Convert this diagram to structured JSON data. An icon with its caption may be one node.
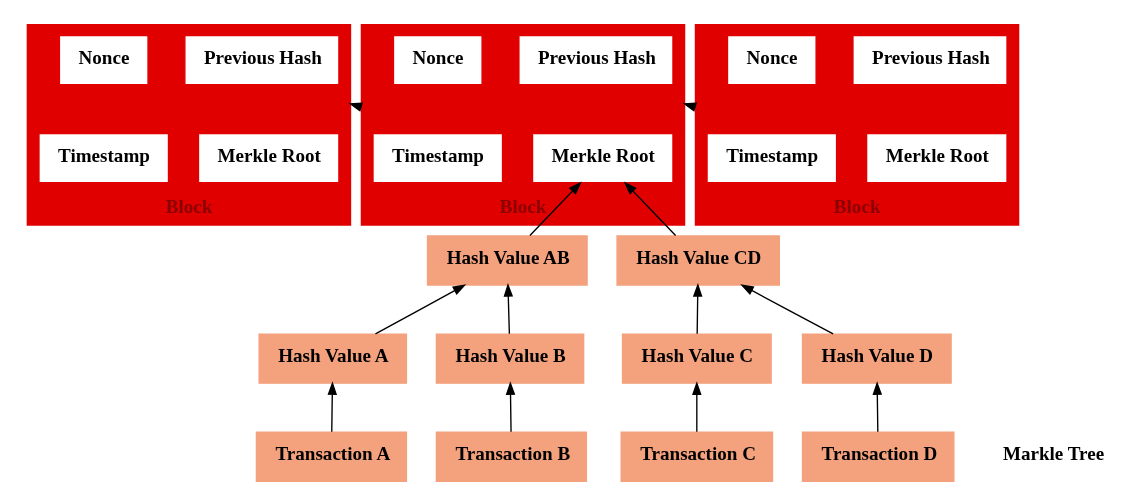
{
  "diagram": {
    "nodes": [
      {
        "text": [
          "Block"
        ]
      },
      {
        "text": [
          "Previous Hash"
        ],
        "in": 0
      },
      {
        "text": [
          "Nonce"
        ],
        "in": 0
      },
      {
        "text": [
          "Merkle Root"
        ],
        "in": 0
      },
      {
        "text": [
          "Timestamp"
        ],
        "in": 0
      },
      {
        "text": [
          "Block"
        ]
      },
      {
        "text": [
          "Previous Hash"
        ],
        "in": 5
      },
      {
        "text": [
          "Nonce"
        ],
        "in": 5
      },
      {
        "text": [
          "Merkle Root"
        ],
        "in": 5
      },
      {
        "text": [
          "Timestamp"
        ],
        "in": 5
      },
      {
        "text": [
          "Block"
        ]
      },
      {
        "text": [
          "Previous Hash"
        ],
        "in": 10
      },
      {
        "text": [
          "Nonce"
        ],
        "in": 10
      },
      {
        "text": [
          "Merkle Root"
        ],
        "in": 10
      },
      {
        "text": [
          "Timestamp"
        ],
        "in": 10
      },
      {
        "text": [
          "Hash Value AB"
        ]
      },
      {
        "text": [
          "Hash Value CD"
        ]
      },
      {
        "text": [
          "Hash Value A"
        ]
      },
      {
        "text": [
          "Hash Value B"
        ]
      },
      {
        "text": [
          "Hash Value C"
        ]
      },
      {
        "text": [
          "Hash Value D"
        ]
      },
      {
        "text": [
          "Transaction A"
        ]
      },
      {
        "text": [
          "Transaction B"
        ]
      },
      {
        "text": [
          "Transaction C"
        ]
      },
      {
        "text": [
          "Transaction D"
        ]
      }
    ],
    "edges": [
      {
        "from": 5,
        "to": 0,
        "arrow": "to"
      },
      {
        "from": 10,
        "to": 5,
        "arrow": "to"
      },
      {
        "from": 15,
        "to": 8,
        "arrow": "to"
      },
      {
        "from": 16,
        "to": 8,
        "arrow": "to"
      },
      {
        "from": 17,
        "to": 15,
        "arrow": "to"
      },
      {
        "from": 18,
        "to": 15,
        "arrow": "to"
      },
      {
        "from": 19,
        "to": 16,
        "arrow": "to"
      },
      {
        "from": 20,
        "to": 16,
        "arrow": "to"
      },
      {
        "from": 21,
        "to": 17,
        "arrow": "to"
      },
      {
        "from": 22,
        "to": 18,
        "arrow": "to"
      },
      {
        "from": 23,
        "to": 19,
        "arrow": "to"
      },
      {
        "from": 24,
        "to": 20,
        "arrow": "to"
      }
    ],
    "labels": [
      "Markle Tree"
    ]
  }
}
